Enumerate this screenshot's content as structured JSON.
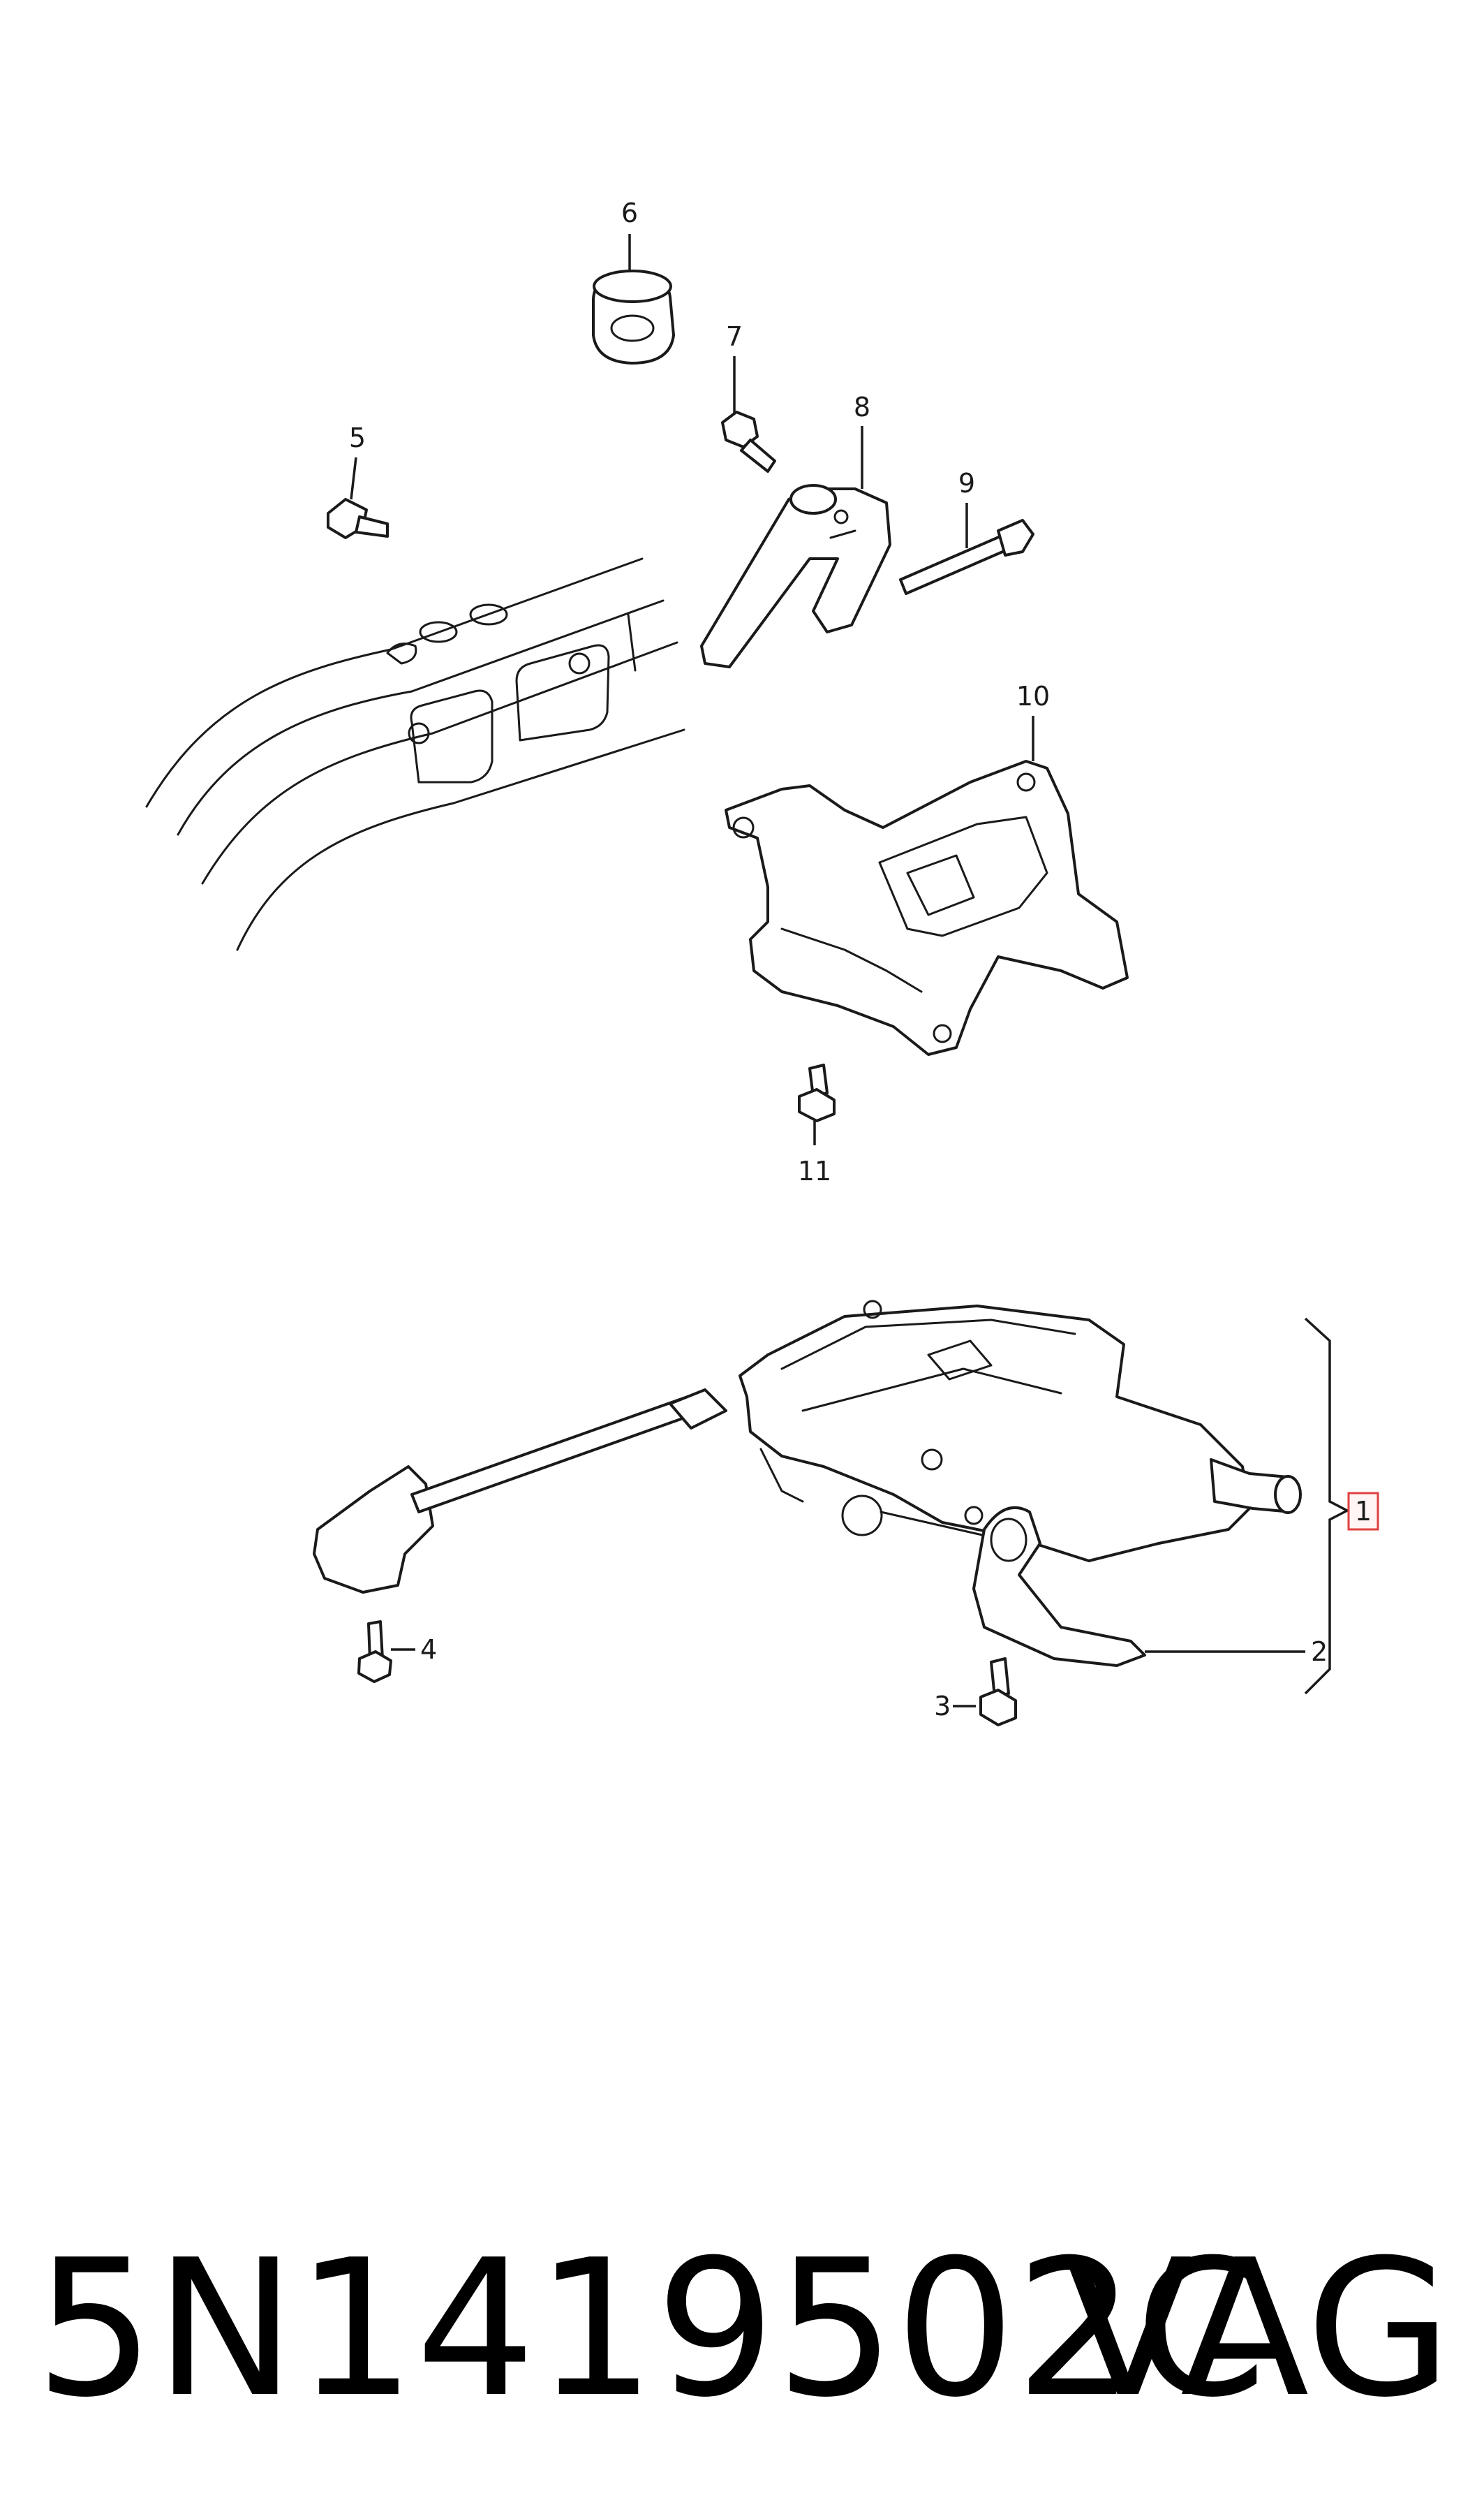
{
  "callouts": {
    "c1": "1",
    "c2": "2",
    "c3": "3",
    "c4": "4",
    "c5": "5",
    "c6": "6",
    "c7": "7",
    "c8": "8",
    "c9": "9",
    "c10": "10",
    "c11": "11"
  },
  "caption": {
    "part_number": "5N1419502C",
    "maker": "VAG"
  },
  "colors": {
    "line": "#1a1a1a",
    "highlight_box": "#e04040"
  }
}
